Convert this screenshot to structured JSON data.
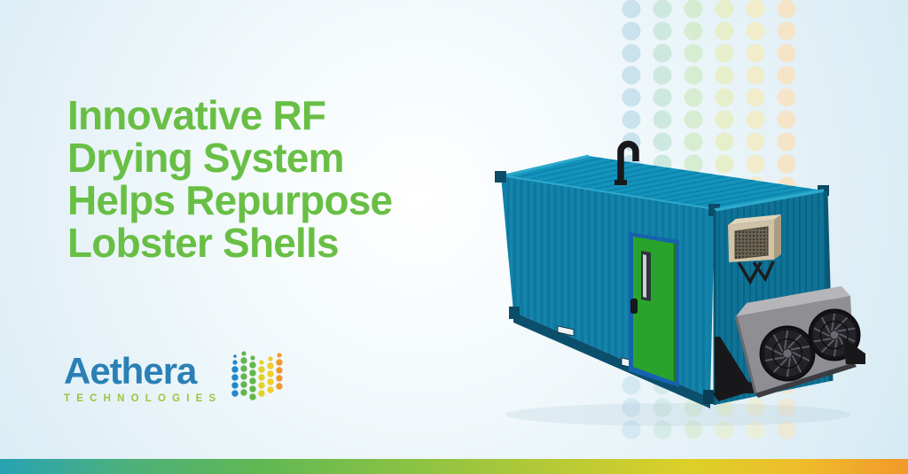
{
  "headline": {
    "lines": [
      "Innovative RF",
      "Drying System",
      "Helps Repurpose",
      "Lobster Shells"
    ],
    "color": "#69bf45"
  },
  "logo": {
    "wordmark": "Aethera",
    "subtitle": "TECHNOLOGIES",
    "wordmark_color": "#2a80b6",
    "subtitle_color": "#9cc43e"
  },
  "illustration": {
    "name": "rf-drying-container-render",
    "container_side_color": "#1180a8",
    "container_roof_color": "#1495bd",
    "container_end_color": "#0f7397",
    "door_color": "#2aa32c",
    "door_frame_color": "#1563ad",
    "heat_exchanger_color": "#cfc2a6",
    "condenser_color": "#8e8e93",
    "frame_color": "#18181b"
  },
  "theme": {
    "background_corner_color": "#d5eaf3",
    "bg_dot_colors": [
      "#c5dfec",
      "#cae6dc",
      "#d4ebcd",
      "#e6eec5",
      "#f2ecc5",
      "#f7e3c4"
    ],
    "logo_mark_colors": [
      "#2287c8",
      "#62b64a",
      "#62b64a",
      "#dfd22c",
      "#f3cd2a",
      "#f0992b"
    ],
    "footer_gradient": [
      "#27a2b3",
      "#5fb753",
      "#8ac244",
      "#ddd028",
      "#eebd2b",
      "#f2982a"
    ]
  }
}
